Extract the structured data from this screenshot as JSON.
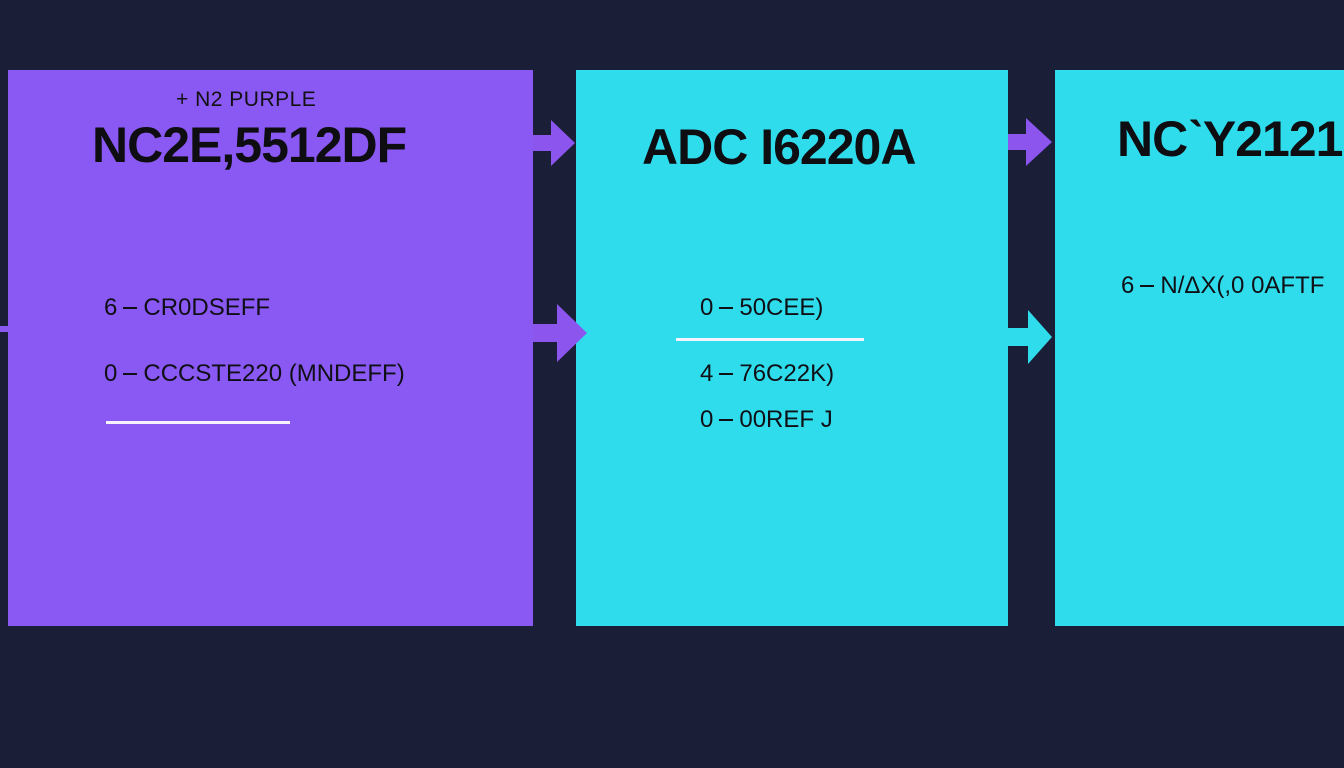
{
  "panels": [
    {
      "eyebrow": "+ N2 PURPLE",
      "title": "NC2E,5512DF",
      "rows": [
        {
          "num": "6",
          "text": "CR0DSEFF"
        },
        {
          "num": "0",
          "text": "CCCSTE220 (MNDEFF)"
        }
      ]
    },
    {
      "title": "ADC I6220A",
      "rows": [
        {
          "num": "0",
          "text": "50CEE)"
        },
        {
          "num": "4",
          "text": "76C22K)"
        },
        {
          "num": "0",
          "text": "00REF J"
        }
      ]
    },
    {
      "title": "NCˋY2121",
      "rows": [
        {
          "num": "6",
          "text": "N/ΔX(,0 0AFTF"
        }
      ]
    }
  ],
  "colors": {
    "background": "#1a1e36",
    "purple": "#8a58f2",
    "cyan": "#2fdcec",
    "arrow_purple": "#8b55ee"
  }
}
